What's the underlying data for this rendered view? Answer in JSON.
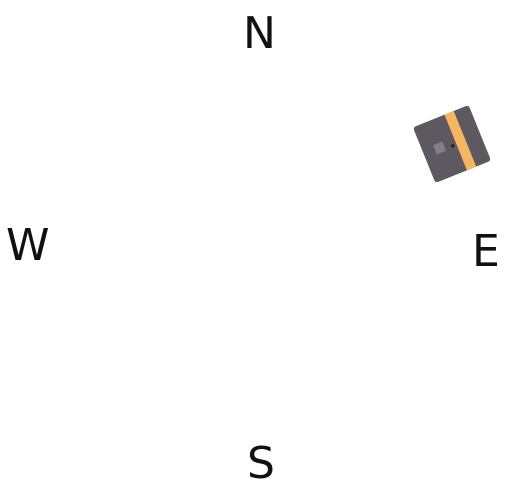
{
  "compass": {
    "north": "N",
    "west": "W",
    "east": "E",
    "south": "S"
  },
  "marker": {
    "icon": "cardboard-box-icon",
    "colors": {
      "body": "#5e5860",
      "stripe": "#f5b662",
      "shade": "#8a8290",
      "dot": "#1b1b1b"
    }
  }
}
